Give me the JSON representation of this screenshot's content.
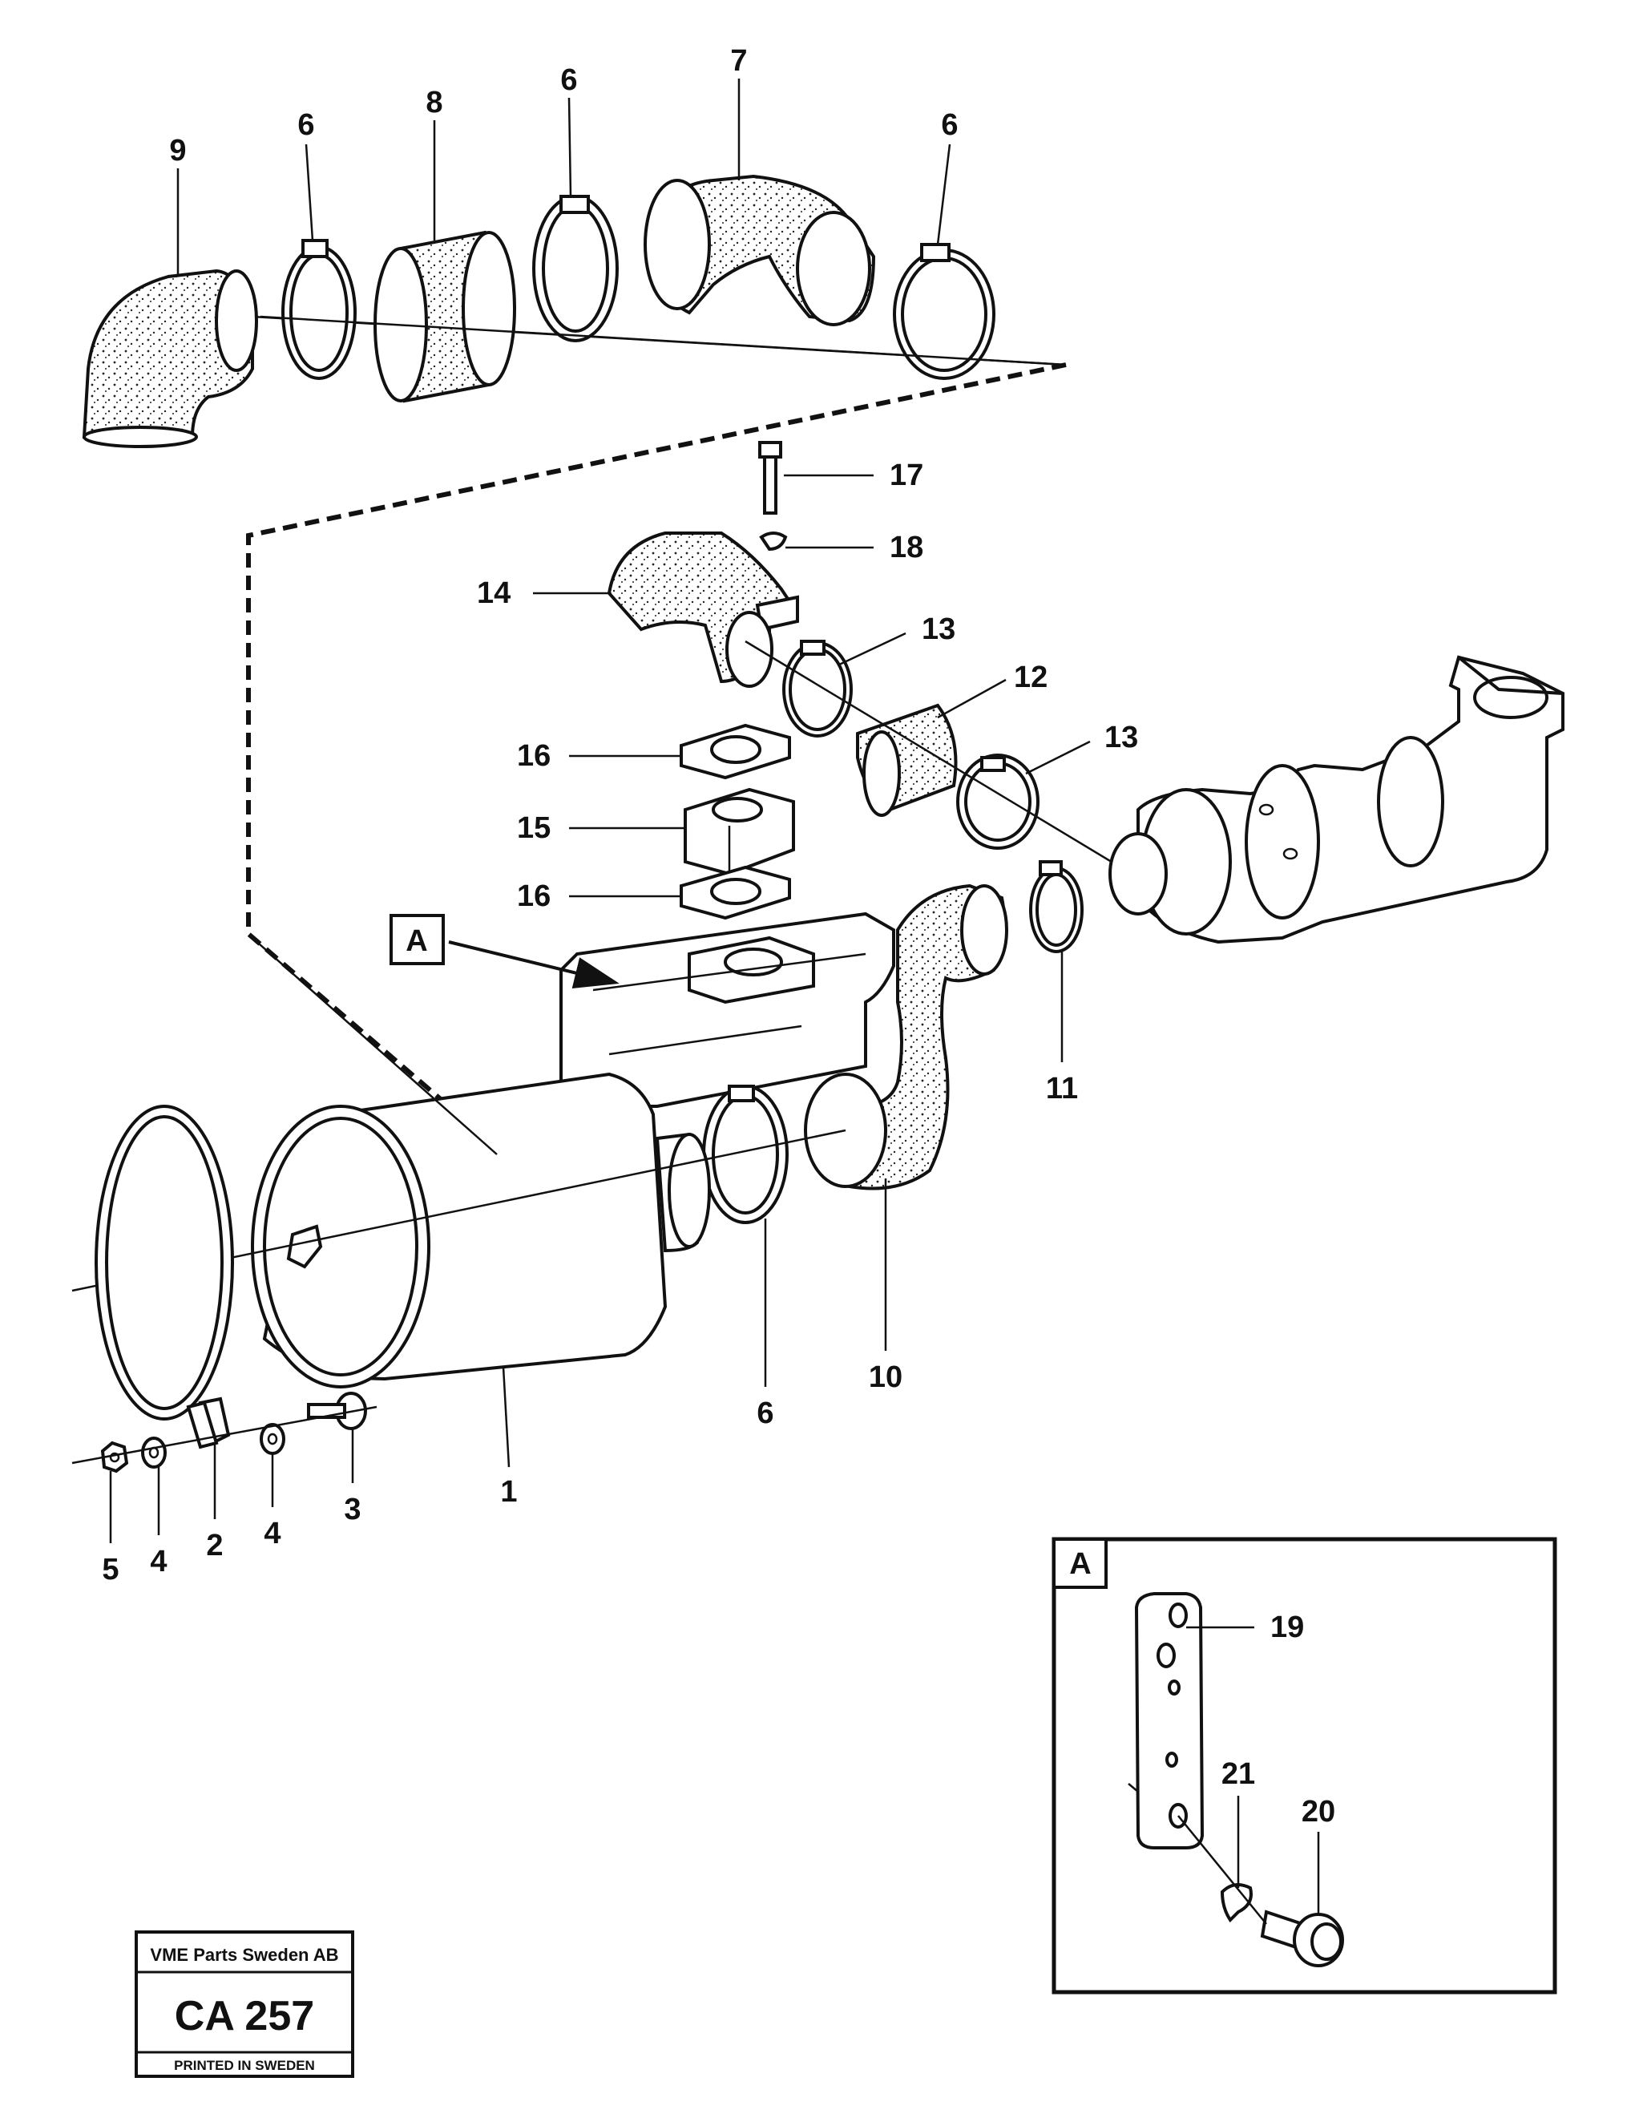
{
  "labels": {
    "l1": "1",
    "l2": "2",
    "l3": "3",
    "l4a": "4",
    "l4b": "4",
    "l5": "5",
    "l6a": "6",
    "l6b": "6",
    "l6c": "6",
    "l6d": "6",
    "l7": "7",
    "l8": "8",
    "l9": "9",
    "l10": "10",
    "l11": "11",
    "l12": "12",
    "l13a": "13",
    "l13b": "13",
    "l14": "14",
    "l15": "15",
    "l16a": "16",
    "l16b": "16",
    "l17": "17",
    "l18": "18",
    "l19": "19",
    "l20": "20",
    "l21": "21"
  },
  "view_marker": "A",
  "detail_view_marker": "A",
  "title_block": {
    "company": "VME Parts Sweden AB",
    "code": "CA 257",
    "printed": "PRINTED IN SWEDEN"
  }
}
